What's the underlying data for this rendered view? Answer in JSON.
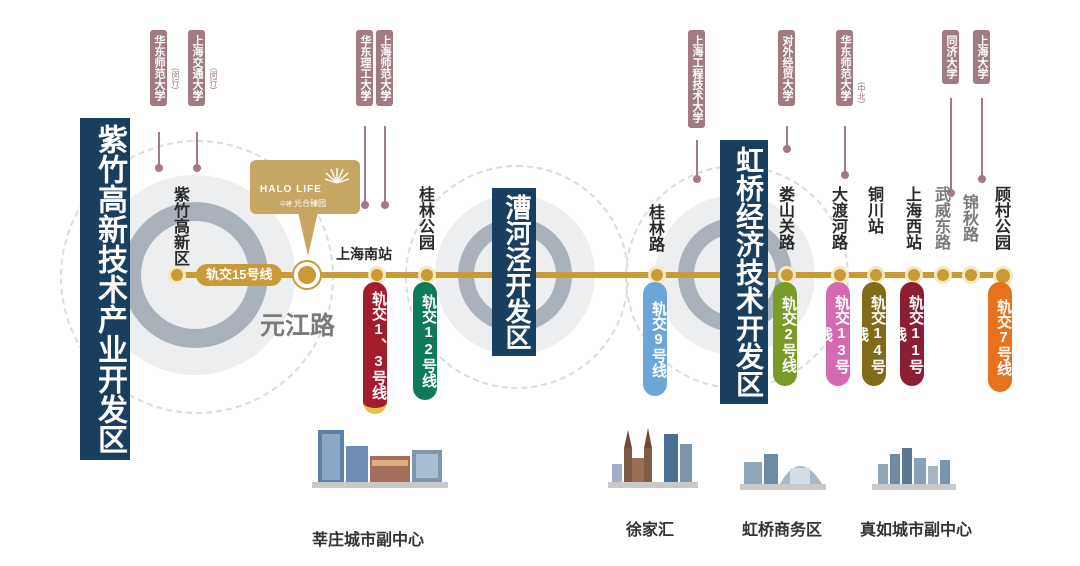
{
  "districts": {
    "zizhu": "紫竹高新技术产业开发区",
    "caohejing": "漕河泾开发区",
    "hongqiao": "虹桥经济技术开发区"
  },
  "line15_label": "轨交15号线",
  "project": {
    "brand": "HALO LIFE",
    "cn": "光合臻园",
    "small": "中建"
  },
  "yuanjiang": "元江路",
  "universities": [
    {
      "name": "华东师范大学",
      "note": "(闵行)"
    },
    {
      "name": "上海交通大学",
      "note": "(闵行)"
    },
    {
      "name": "华东理工大学",
      "note": ""
    },
    {
      "name": "上海师范大学",
      "note": ""
    },
    {
      "name": "上海工程技术大学",
      "note": ""
    },
    {
      "name": "对外经贸大学",
      "note": ""
    },
    {
      "name": "华东师范大学",
      "note": "(中北)"
    },
    {
      "name": "同济大学",
      "note": ""
    },
    {
      "name": "上海大学",
      "note": ""
    }
  ],
  "stations": {
    "zizhu": "紫竹高新区",
    "shanghai_south": "上海南站",
    "guilin_park": "桂林公园",
    "guilin_road": "桂林路",
    "loushan": "娄山关路",
    "dadu": "大渡河路",
    "tongchuan": "铜川站",
    "shanghai_west": "上海西站",
    "wuwei": "武威东路",
    "jinqiu": "锦秋路",
    "gucun": "顾村公园"
  },
  "metro_lines": {
    "l1_3": "轨交1、3号线",
    "l12": "轨交12号线",
    "l9": "轨交9号线",
    "l2": "轨交2号线",
    "l13": "轨交13号线",
    "l14": "轨交14号线",
    "l11": "轨交11号线",
    "l7": "轨交7号线"
  },
  "line_colors": {
    "line15": "#c99a35",
    "l1_3": "#a21c2c",
    "l12": "#0f7a5a",
    "l9": "#6aa6d8",
    "l2": "#7a9a2a",
    "l13": "#d46ab0",
    "l14": "#7e6c1a",
    "l11": "#8a1f33",
    "l7": "#e8711c"
  },
  "captions": {
    "xinzhuang": "莘庄城市副中心",
    "xujiahui": "徐家汇",
    "hongqiao_biz": "虹桥商务区",
    "zhenru": "真如城市副中心"
  }
}
